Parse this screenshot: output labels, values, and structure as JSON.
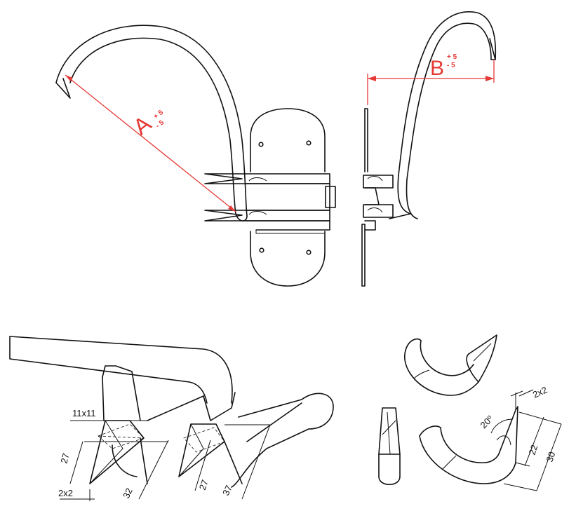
{
  "colors": {
    "line": "#111111",
    "accent": "#e53935",
    "background": "#ffffff"
  },
  "dimensions": {
    "A": {
      "label": "A",
      "tol_plus": "+ 5",
      "tol_minus": "- 5"
    },
    "B": {
      "label": "B",
      "tol_plus": "+ 5",
      "tol_minus": "- 5"
    },
    "tip_section": "11x11",
    "tip_height_left": "27",
    "tip_offset_left": "2x2",
    "tip_length_left": "32",
    "tip_height_right": "27",
    "tip_length_right": "37",
    "hook_tip": "2x2",
    "hook_angle": "20º",
    "hook_len_inner": "22",
    "hook_len_outer": "30"
  }
}
